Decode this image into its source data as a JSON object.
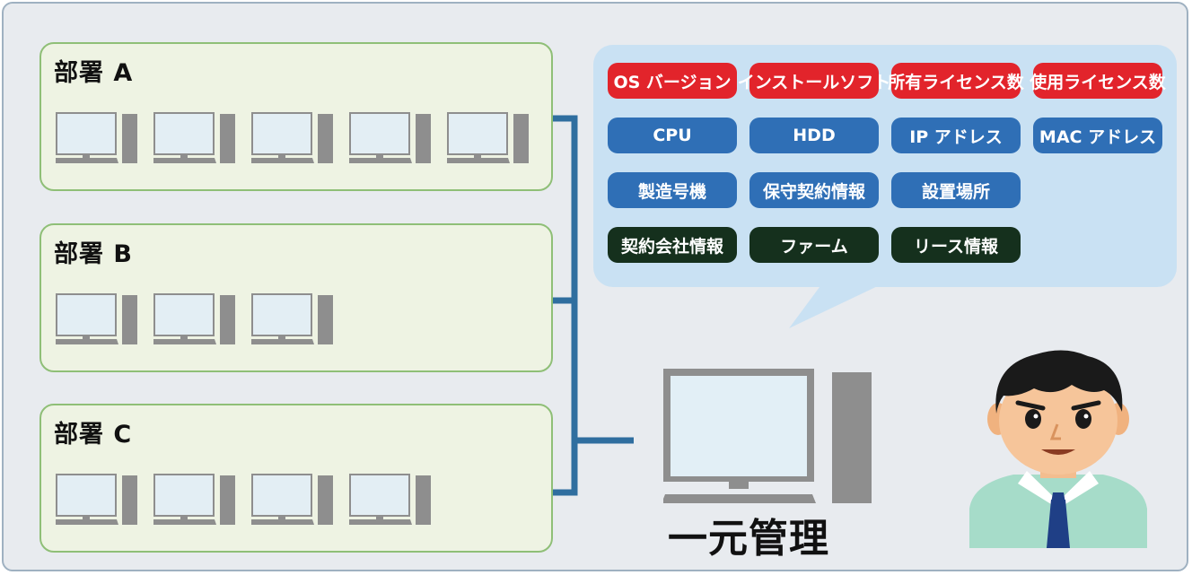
{
  "departments": [
    {
      "title": "部署 A",
      "pcs": 5
    },
    {
      "title": "部署 B",
      "pcs": 3
    },
    {
      "title": "部署 C",
      "pcs": 4
    }
  ],
  "info_tags": [
    [
      "OS バージョン",
      "インストールソフト",
      "所有ライセンス数",
      "使用ライセンス数"
    ],
    [
      "CPU",
      "HDD",
      "IP アドレス",
      "MAC アドレス"
    ],
    [
      "製造号機",
      "保守契約情報",
      "設置場所"
    ],
    [
      "契約会社情報",
      "ファーム",
      "リース情報"
    ]
  ],
  "tag_colors": {
    "license": "#e2242b",
    "hardware": "#2f6fb6",
    "contract": "#15301d"
  },
  "caption": "一元管理",
  "icons": [
    "desktop-pc-icon",
    "administrator-person-icon",
    "speech-bubble"
  ]
}
